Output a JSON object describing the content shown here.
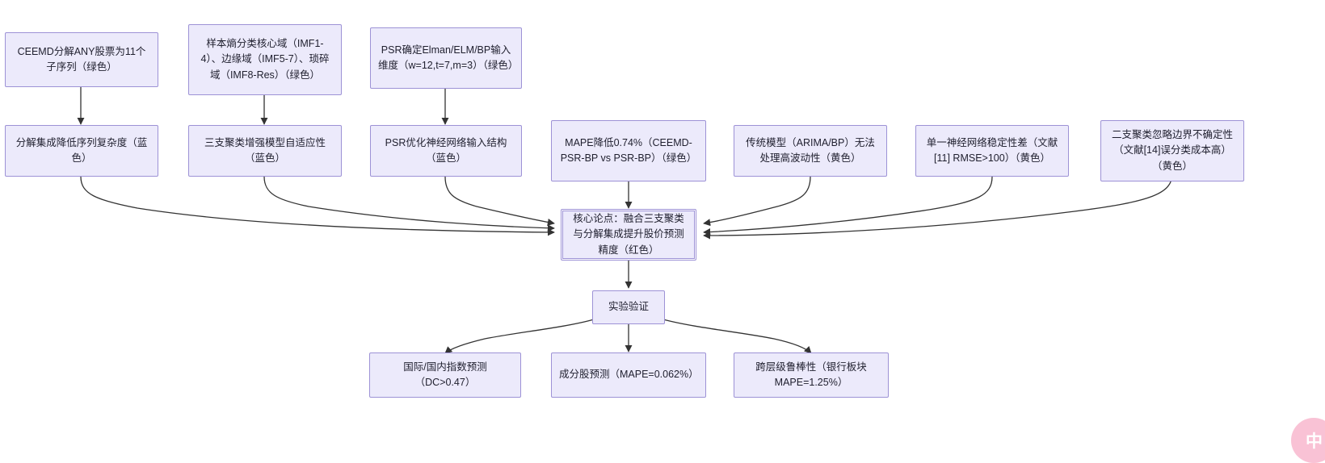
{
  "diagram": {
    "type": "flowchart",
    "title": "",
    "background": "#ffffff",
    "node_fill": "#ECEAFB",
    "node_border": "#9D92D6",
    "edge_color": "#333333",
    "nodes": {
      "top1": "CEEMD分解ANY股票为11个子序列（绿色）",
      "top2": "样本熵分类核心域（IMF1-4）、边缘域（IMF5-7）、琐碎域（IMF8-Res）（绿色）",
      "top3": "PSR确定Elman/ELM/BP输入维度（w=12,t=7,m=3）（绿色）",
      "mid1": "分解集成降低序列复杂度（蓝色）",
      "mid2": "三支聚类增强模型自适应性（蓝色）",
      "mid3": "PSR优化神经网络输入结构（蓝色）",
      "mid4": "MAPE降低0.74%（CEEMD-PSR-BP vs PSR-BP）（绿色）",
      "mid5": "传统模型（ARIMA/BP）无法处理高波动性（黄色）",
      "mid6": "单一神经网络稳定性差（文献[11] RMSE>100）（黄色）",
      "mid7": "二支聚类忽略边界不确定性（文献[14]误分类成本高）（黄色）",
      "core": "核心论点：融合三支聚类与分解集成提升股价预测精度（红色）",
      "verify": "实验验证",
      "out1": "国际/国内指数预测（DC>0.47）",
      "out2": "成分股预测（MAPE=0.062%）",
      "out3": "跨层级鲁棒性（银行板块MAPE=1.25%）"
    },
    "watermark": {
      "text": "中",
      "color": "#F9B8CE"
    }
  }
}
